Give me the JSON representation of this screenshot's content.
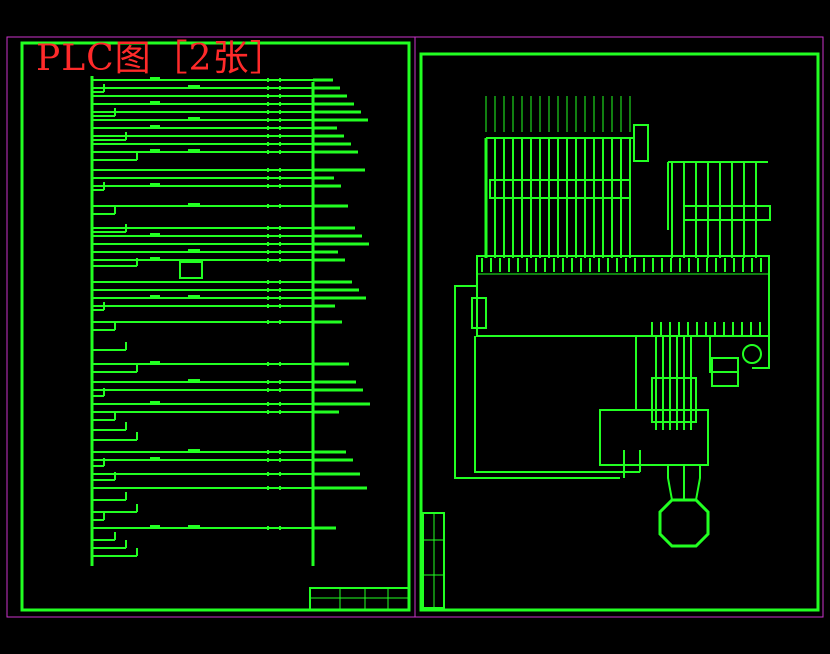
{
  "page_title": "PLC图［2张］",
  "colors": {
    "background": "#000000",
    "line": "#22ff22",
    "frame": "#cc33cc",
    "title": "#ff2a2a"
  },
  "left_sheet": {
    "name": "ladder-diagram-sheet"
  },
  "right_sheet": {
    "name": "wiring-diagram-sheet"
  }
}
